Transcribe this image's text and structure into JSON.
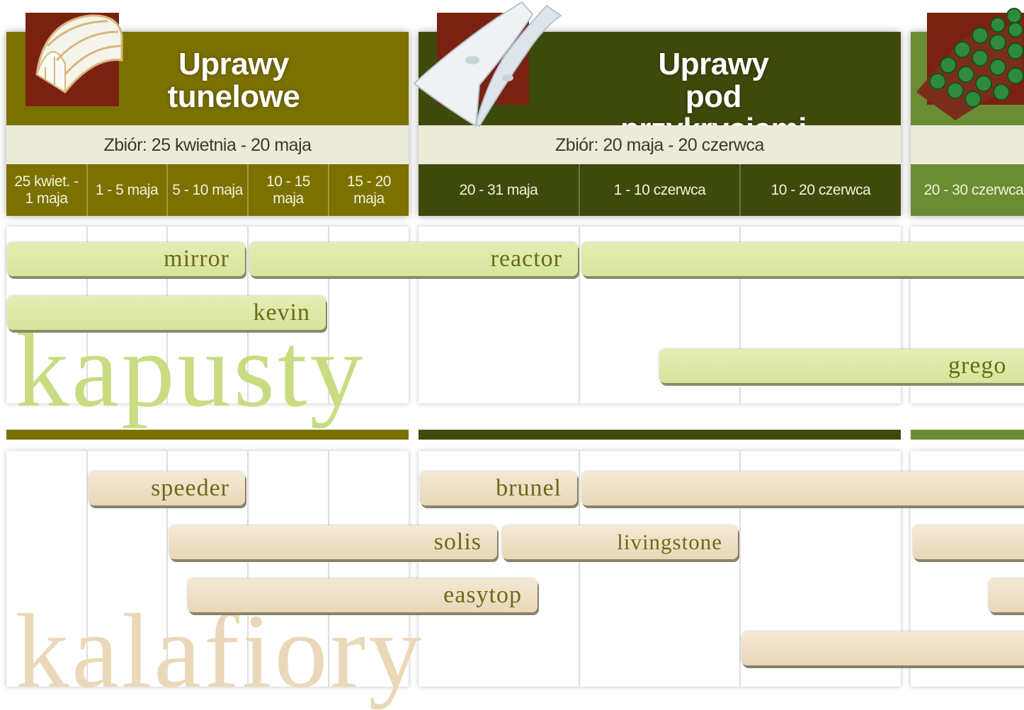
{
  "colors": {
    "tunnel": "#7b7100",
    "covers": "#3e4a0b",
    "field": "#6a8c33",
    "icon_bg": "#7a2112",
    "green_bar": "#dee8a6",
    "beige_bar": "#efe1c6",
    "kapusty_word": "#c8dc82",
    "kalafiory_word": "#ead8b8"
  },
  "sections": [
    {
      "title_line1": "Uprawy",
      "title_line2": "tunelowe",
      "harvest": "Zbiór: 25 kwietnia - 20 maja",
      "icon": "greenhouse-tunnel-icon",
      "periods": [
        "25 kwiet. -\n1 maja",
        "1 - 5 maja",
        "5 - 10 maja",
        "10 - 15\nmaja",
        "15 - 20\nmaja"
      ]
    },
    {
      "title_line1": "Uprawy",
      "title_line2": "pod przykryciami",
      "harvest": "Zbiór: 20 maja - 20 czerwca",
      "icon": "fleece-cover-icon",
      "periods": [
        "20 - 31 maja",
        "1 - 10 czerwca",
        "10 - 20 czerwca"
      ]
    },
    {
      "title_line1": "",
      "title_line2": "",
      "harvest": "",
      "icon": "cabbage-field-icon",
      "periods": [
        "20 - 30 czerwca"
      ]
    }
  ],
  "groups": {
    "cabbage": {
      "word": "kapusty",
      "varieties": [
        "mirror",
        "reactor",
        "",
        "kevin",
        "grego"
      ]
    },
    "cauliflower": {
      "word": "kalafiory",
      "varieties": [
        "speeder",
        "brunel",
        "",
        "solis",
        "livingstone",
        "",
        "easytop",
        "",
        ""
      ]
    }
  }
}
